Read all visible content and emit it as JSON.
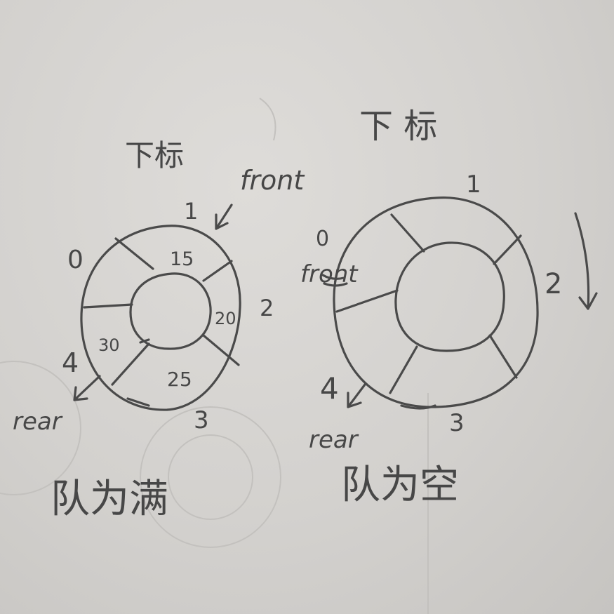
{
  "diagram": {
    "full_queue": {
      "title": "下标",
      "caption": "队为满",
      "pointer_front": "front",
      "pointer_rear": "rear",
      "slot_indices": [
        "0",
        "1",
        "2",
        "3",
        "4"
      ],
      "values": [
        "15",
        "20",
        "25",
        "30"
      ]
    },
    "empty_queue": {
      "title": "下 标",
      "caption": "队为空",
      "pointer_front": "front",
      "pointer_rear": "rear",
      "slot_indices": [
        "0",
        "1",
        "2",
        "3",
        "4"
      ]
    }
  }
}
